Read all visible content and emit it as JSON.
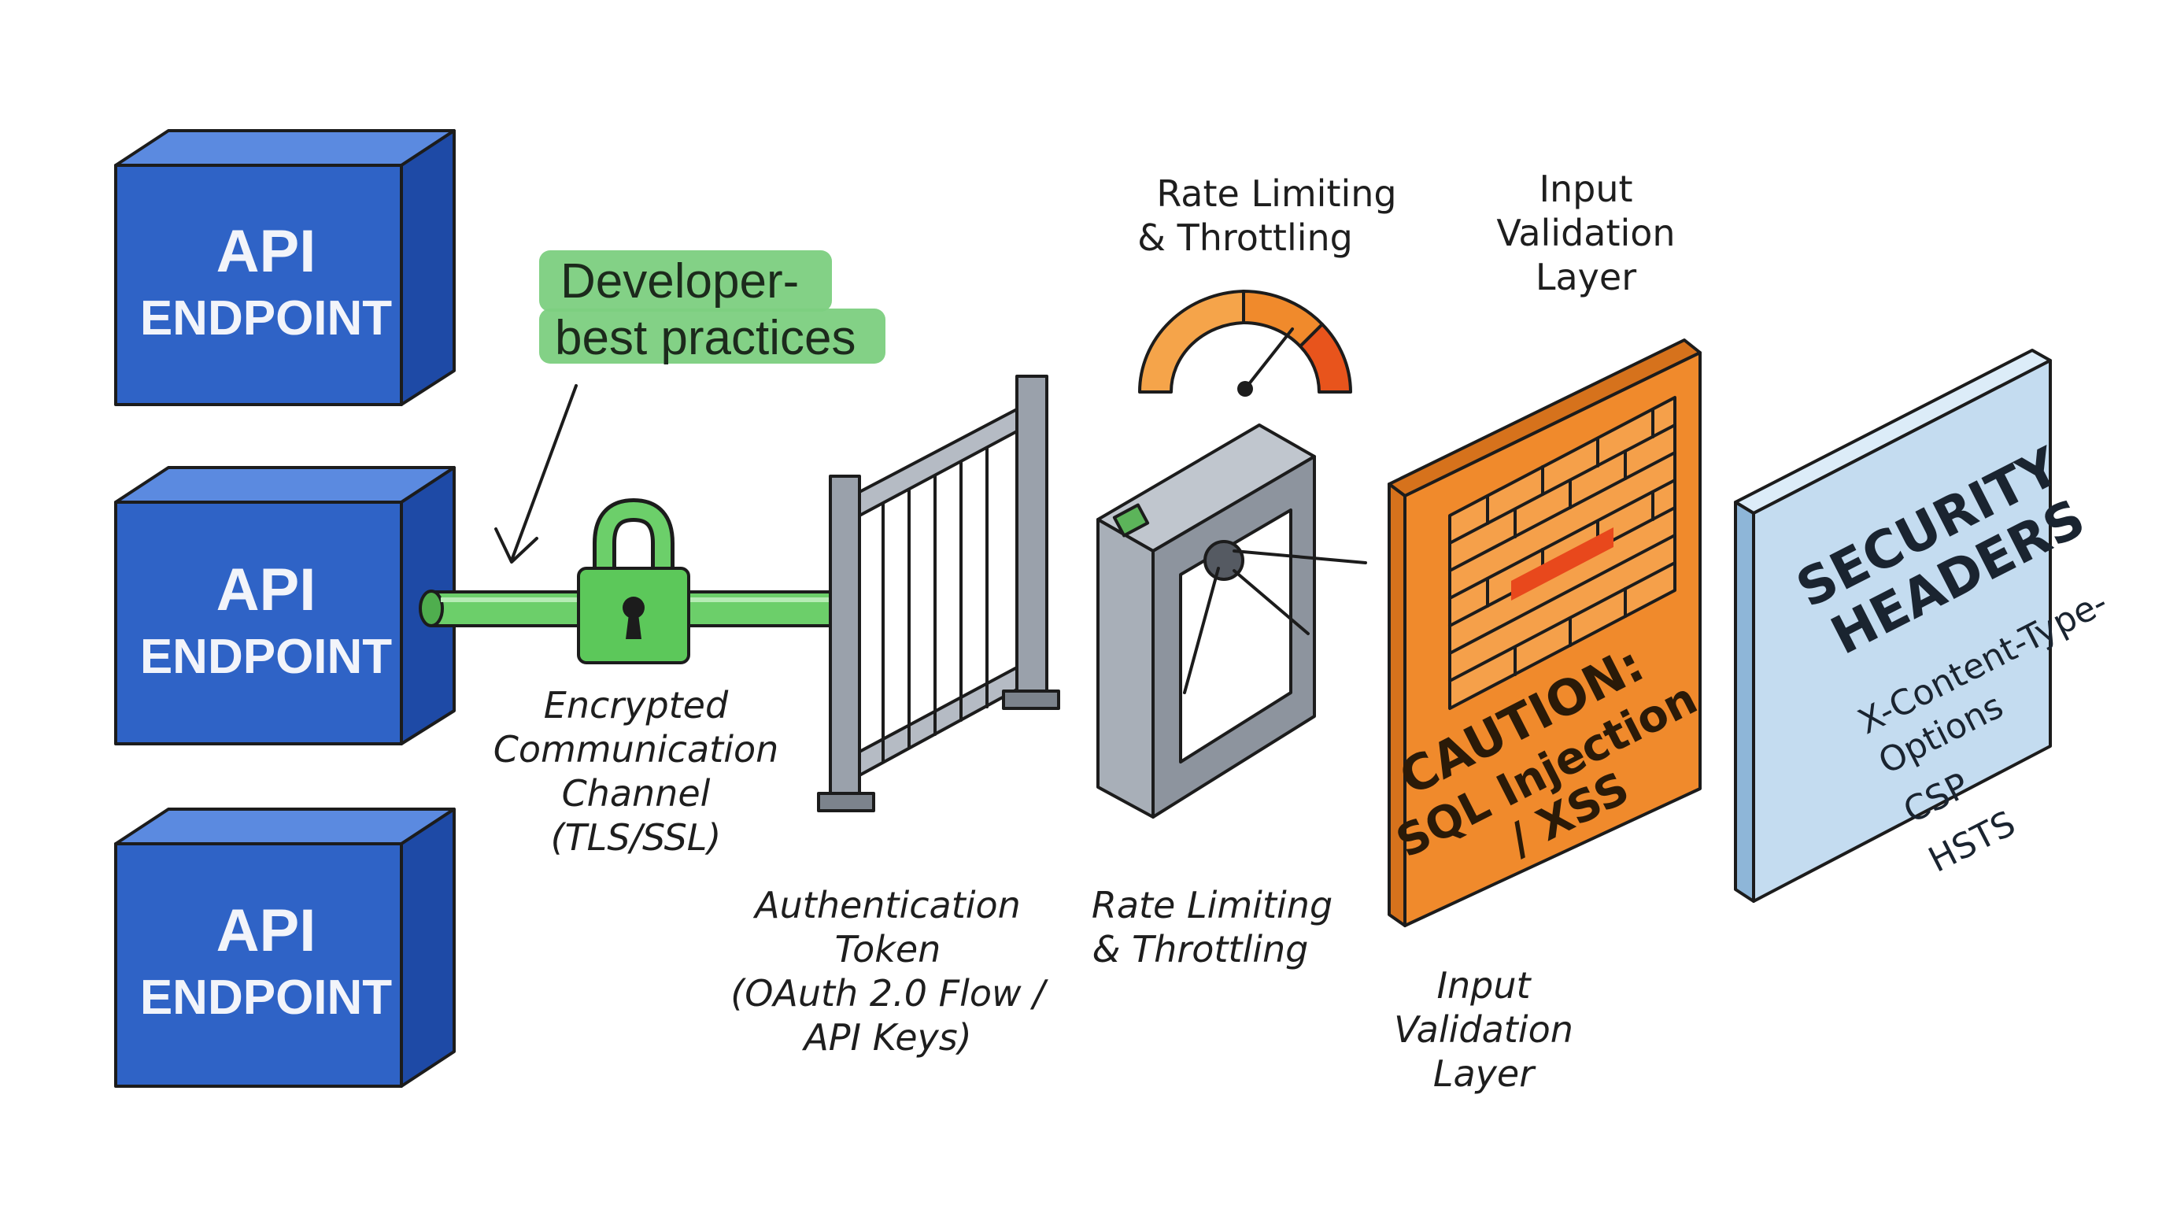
{
  "endpoints": [
    {
      "line1": "API",
      "line2": "ENDPOINT"
    },
    {
      "line1": "API",
      "line2": "ENDPOINT"
    },
    {
      "line1": "API",
      "line2": "ENDPOINT"
    }
  ],
  "highlight": {
    "line1": "Developer-",
    "line2": "best practices"
  },
  "channel": {
    "lines": [
      "Encrypted",
      "Communication",
      "Channel",
      "(TLS/SSL)"
    ]
  },
  "auth": {
    "lines": [
      "Authentication",
      "Token",
      "(OAuth 2.0 Flow /",
      "API Keys)"
    ]
  },
  "rate_top": {
    "lines": [
      "Rate Limiting",
      "& Throttling"
    ]
  },
  "rate_bottom": {
    "lines": [
      "Rate Limiting",
      "& Throttling"
    ]
  },
  "validation_top": {
    "lines": [
      "Input",
      "Validation",
      "Layer"
    ]
  },
  "validation_bottom": {
    "lines": [
      "Input",
      "Validation",
      "Layer"
    ]
  },
  "wall": {
    "lines": [
      "CAUTION:",
      "SQL Injection",
      "/ XSS"
    ]
  },
  "headers_panel": {
    "title": [
      "SECURITY",
      "HEADERS"
    ],
    "items": [
      "X-Content-Type-",
      "Options",
      "CSP",
      "HSTS"
    ]
  },
  "colors": {
    "endpoint": "#2f63c6",
    "highlight": "#7ccf7f",
    "pipe": "#6ccf6a",
    "wall": "#f08a2c",
    "panel": "#c4dcf0"
  }
}
